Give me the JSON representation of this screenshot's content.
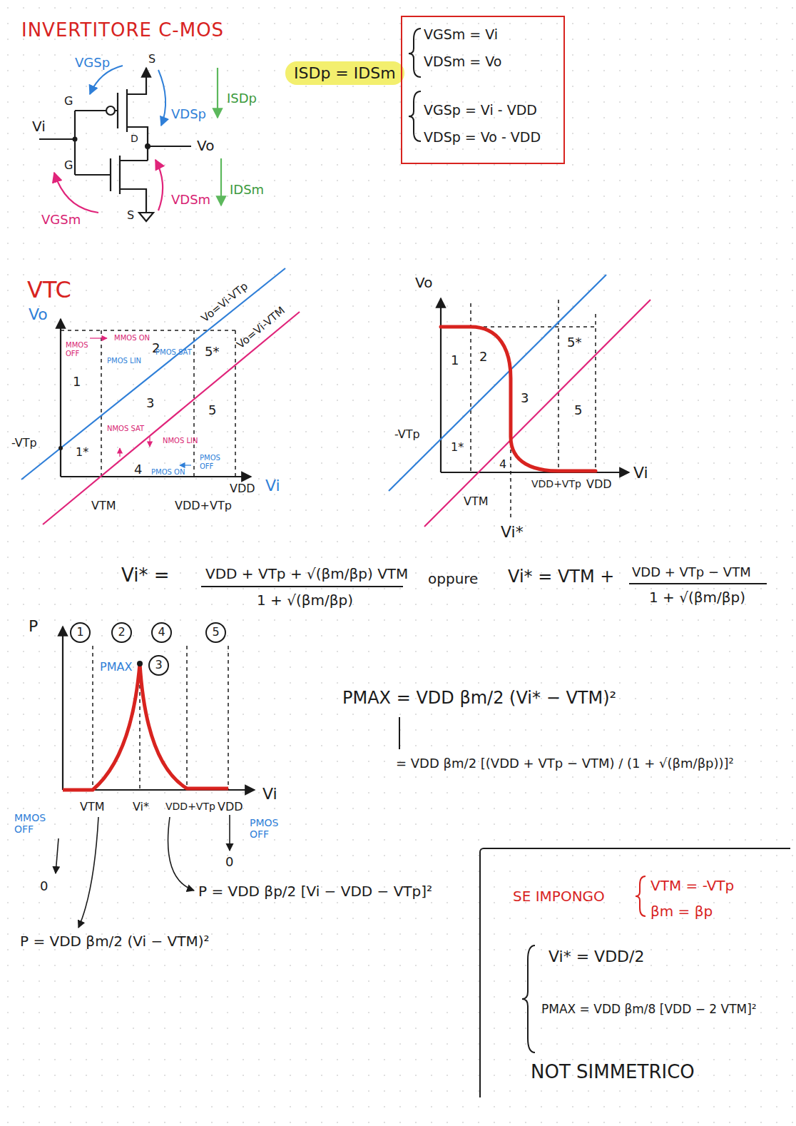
{
  "diagram": {
    "title": "INVERTITORE C-MOS",
    "nodes": [
      {
        "text": [
          "ISDp = IDSm"
        ]
      },
      {
        "text": [
          "VGSm = Vi",
          "VDSm = Vo",
          "VGSp = Vi - VDD",
          "VDSp = Vo - VDD"
        ]
      },
      {
        "text": [
          "1"
        ]
      },
      {
        "text": [
          "2"
        ]
      },
      {
        "text": [
          "4"
        ]
      },
      {
        "text": [
          "5"
        ]
      },
      {
        "text": [
          "3"
        ]
      },
      {
        "text": [
          "SE IMPONGO",
          "VTM = -VTp",
          "βm = βp",
          "Vi* = VDD/2",
          "PMAX = VDD βm/8 [VDD − 2 VTM]²",
          "NOT SIMMETRICO"
        ]
      }
    ],
    "labels": [
      "VGSp",
      "S",
      "G",
      "D",
      "Vo",
      "Vi",
      "G",
      "VDSp",
      "ISDp",
      "IDSm",
      "VGSm",
      "S",
      "VDSm",
      "VTC",
      "Vo",
      "Vo=Vi-VTp",
      "Vo=Vi-VTM",
      "MMOS OFF",
      "MMOS ON",
      "2",
      "PMOS LIN",
      "PMOS SAT",
      "5*",
      "1",
      "3",
      "5",
      "-VTp",
      "1*",
      "NMOS SAT",
      "NMOS LIN",
      "4",
      "PMOS ON",
      "PMOS OFF",
      "VTM",
      "VDD+VTp",
      "VDD",
      "Vi",
      "Vo",
      "1",
      "2",
      "5*",
      "3",
      "5",
      "-VTp",
      "1*",
      "4",
      "VTM",
      "VDD+VTp",
      "VDD",
      "Vi",
      "Vi*",
      "Vi* =",
      "VDD + VTp + √(βm/βp) VTM",
      "1 + √(βm/βp)",
      "oppure",
      "Vi* = VTM +",
      "VDD + VTp − VTM",
      "1 + √(βm/βp)",
      "P",
      "PMAX",
      "PMAX = VDD βm/2 (Vi* − VTM)²",
      "= VDD βm/2 [(VDD + VTp − VTM) / (1 + √(βm/βp))]²",
      "VTM",
      "Vi*",
      "VDD+VTp",
      "VDD",
      "Vi",
      "MMOS OFF",
      "PMOS OFF",
      "0",
      "0",
      "P = VDD βp/2 [Vi − VDD − VTp]²",
      "P = VDD βm/2 (Vi − VTM)²"
    ]
  }
}
